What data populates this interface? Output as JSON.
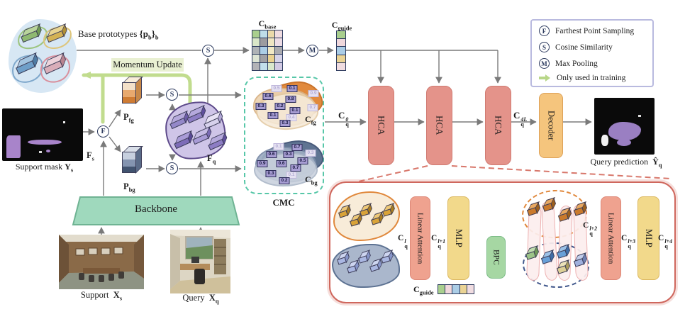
{
  "figure": {
    "top": {
      "base_prototypes_text": "Base prototypes",
      "base_prototypes_math": "{p",
      "base_prototypes_sub": "b",
      "base_prototypes_close": "}",
      "base_prototypes_sub2": "b",
      "momentum_update": "Momentum Update",
      "c_base": {
        "base": "C",
        "sub": "base"
      },
      "c_guide": {
        "base": "C",
        "sub": "guide"
      }
    },
    "nodes": {
      "f": "F",
      "s": "S",
      "m": "M"
    },
    "left": {
      "support_mask_text": "Support mask",
      "support_mask_math": {
        "base": "Y",
        "sub": "s"
      },
      "f_s": {
        "base": "F",
        "sub": "s"
      },
      "p_fg": {
        "base": "P",
        "sub": "fg"
      },
      "p_bg": {
        "base": "P",
        "sub": "bg"
      },
      "f_q": {
        "base": "F",
        "sub": "q"
      },
      "backbone": "Backbone",
      "support_text": "Support",
      "support_math": {
        "base": "X",
        "sub": "s"
      },
      "query_text": "Query",
      "query_math": {
        "base": "X",
        "sub": "q"
      }
    },
    "cmc": {
      "label": "CMC",
      "c_fg": {
        "base": "C",
        "sub": "fg"
      },
      "c_bg": {
        "base": "C",
        "sub": "bg"
      },
      "fg_values": [
        "0.5",
        "0.1",
        "0.6",
        "0.8",
        "0.9",
        "0.3",
        "0.2",
        "0.1",
        "0.7",
        "0.1",
        "0.4",
        "0.3"
      ],
      "bg_values": [
        "0.1",
        "0.7",
        "0.6",
        "0.3",
        "0.3",
        "0.5",
        "0.9",
        "0.6",
        "0.7",
        "0.3",
        "0.1",
        "0.2"
      ]
    },
    "main": {
      "cq0": {
        "base": "C",
        "sup": "0",
        "sub": "q"
      },
      "hca": "HCA",
      "cq4l": {
        "base": "C",
        "sup": "4L",
        "sub": "q"
      },
      "decoder": "Decoder",
      "query_prediction_text": "Query prediction",
      "query_prediction_math": {
        "base": "Ŷ",
        "sub": "q"
      }
    },
    "legend": {
      "items": [
        {
          "symbol": "F",
          "label": "Farthest Point Sampling"
        },
        {
          "symbol": "S",
          "label": "Cosine Similarity"
        },
        {
          "symbol": "M",
          "label": "Max Pooling"
        },
        {
          "symbol": "green-arrow",
          "label": "Only used in training"
        }
      ]
    },
    "detail": {
      "cql": {
        "base": "C",
        "sup": "l",
        "sub": "q"
      },
      "linear_attention": "Linear Attention",
      "cql1": {
        "base": "C",
        "sup": "l+1",
        "sub": "q"
      },
      "mlp": "MLP",
      "bpc": "BPC",
      "c_guide": {
        "base": "C",
        "sub": "guide"
      },
      "cql2": {
        "base": "C",
        "sup": "l+2",
        "sub": "q"
      },
      "cql3": {
        "base": "C",
        "sup": "l+3",
        "sub": "q"
      },
      "cql4": {
        "base": "C",
        "sup": "l+4",
        "sub": "q"
      }
    },
    "colors": {
      "c_base_cells": [
        "#a9cf8e",
        "#bedde9",
        "#ead9a9",
        "#f0dce0",
        "#d9e6c8",
        "#9c9ca0",
        "#efe5c2",
        "#eddce5",
        "#aeb2b6",
        "#abcde6",
        "#f1e8c4",
        "#ababaf",
        "#dde4d4",
        "#a0a0a4",
        "#e9d190",
        "#d6d3e8",
        "#b3b3b7",
        "#c2dfeb",
        "#d9e8cc",
        "#d2cae4"
      ],
      "c_guide_cells": [
        "#a9cf8e",
        "#f0d8dc",
        "#abcde6",
        "#ead394",
        "#f0dce0"
      ],
      "hca_fill": "#e4938a",
      "decoder_fill": "#f5c57d",
      "backbone_fill": "#9fd9bd",
      "momentum_green": "#c1dc8e",
      "cmc_border": "#57c7a8",
      "detail_border": "#cf675d",
      "legend_border": "#b9badf",
      "linear_attention_fill": "#efa28f",
      "mlp_fill": "#f2d98b",
      "bpc_fill": "#a6d7a3",
      "mask_purple": "#a884ca"
    }
  }
}
